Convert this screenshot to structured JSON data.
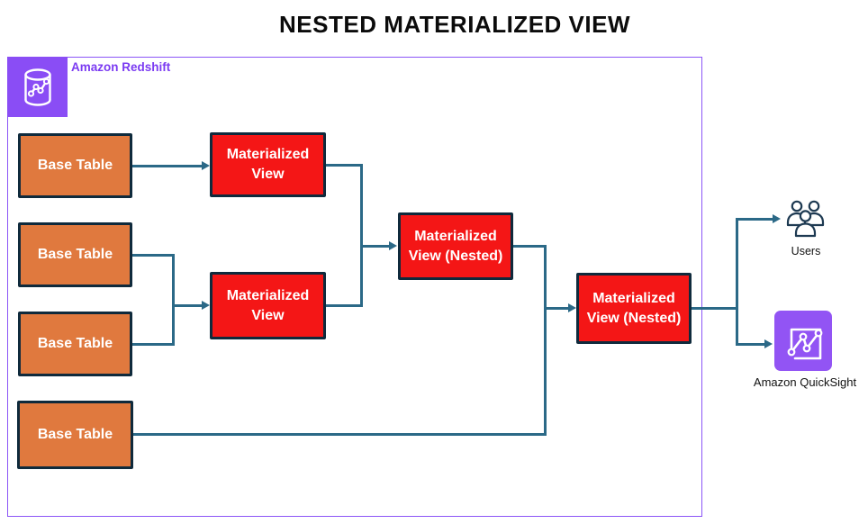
{
  "title": "NESTED MATERIALIZED VIEW",
  "redshift_group": {
    "label": "Amazon Redshift"
  },
  "nodes": {
    "base_table_1": {
      "label": "Base Table"
    },
    "base_table_2": {
      "label": "Base Table"
    },
    "base_table_3": {
      "label": "Base Table"
    },
    "base_table_4": {
      "label": "Base Table"
    },
    "mv_1": {
      "label": "Materialized View"
    },
    "mv_2": {
      "label": "Materialized View"
    },
    "nested_mv_1": {
      "label": "Materialized View (Nested)"
    },
    "nested_mv_2": {
      "label": "Materialized View (Nested)"
    },
    "users": {
      "label": "Users"
    },
    "quicksight": {
      "label": "Amazon QuickSight"
    }
  },
  "colors": {
    "orange": "#E0793E",
    "red": "#F41616",
    "box_border": "#0F2A3C",
    "conn": "#2B6987",
    "purple": "#8B55F7",
    "redshift_purple": "#8A4DF5",
    "quicksight_purple": "#9254F4",
    "icon_stroke": "#1E3A52",
    "title_color": "#0B0B0B"
  }
}
